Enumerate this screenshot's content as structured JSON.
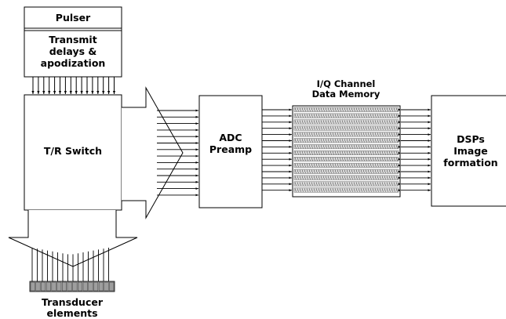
{
  "diagram": {
    "title": "",
    "blocks": {
      "pulser": {
        "label": "Pulser"
      },
      "transmit": {
        "line1": "Transmit",
        "line2": "delays &",
        "line3": "apodization"
      },
      "tr_switch": {
        "label": "T/R Switch"
      },
      "adc": {
        "line1": "ADC",
        "line2": "Preamp"
      },
      "iq_memory": {
        "line1": "I/Q Channel",
        "line2": "Data Memory"
      },
      "dsp": {
        "line1": "DSPs",
        "line2": "Image",
        "line3": "formation"
      },
      "transducer": {
        "line1": "Transducer",
        "line2": "elements"
      }
    }
  }
}
